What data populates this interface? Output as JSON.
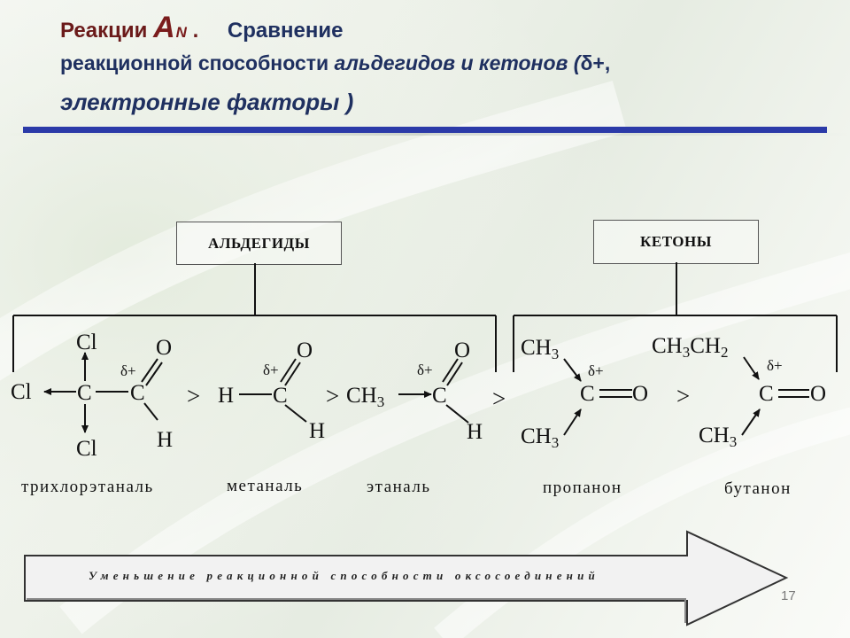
{
  "title": {
    "prefix": "Реакции",
    "an_letter": "A",
    "an_sub": "N",
    "dot": ".",
    "line1_rest": "Сравнение",
    "line2_plain": "реакционной способности ",
    "line2_italic": "альдегидов и кетонов (",
    "line2_end": "δ+,",
    "line3": "электронные факторы )"
  },
  "groups": {
    "aldehydes": "АЛЬДЕГИДЫ",
    "ketones": "КЕТОНЫ"
  },
  "compounds": {
    "trichloroethanal": {
      "cl_top": "Cl",
      "cl_left": "Cl",
      "cl_bottom": "Cl",
      "c1": "C",
      "c2": "C",
      "o": "O",
      "h": "H",
      "delta": "δ+",
      "name": "трихлорэтаналь"
    },
    "methanal": {
      "h_left": "H",
      "c": "C",
      "o": "O",
      "h": "H",
      "delta": "δ+",
      "name": "метаналь"
    },
    "ethanal": {
      "ch": "CH",
      "sub3": "3",
      "c": "C",
      "o": "O",
      "h": "H",
      "delta": "δ+",
      "name": "этаналь"
    },
    "propanone": {
      "ch_top": "CH",
      "sub_top": "3",
      "ch_bottom": "CH",
      "sub_bottom": "3",
      "c": "C",
      "o": "O",
      "delta": "δ+",
      "name": "пропанон"
    },
    "butanone": {
      "ch_a": "CH",
      "sub_a": "3",
      "ch_b": "CH",
      "sub_b": "2",
      "ch_bottom": "CH",
      "sub_bottom": "3",
      "c": "C",
      "o": "O",
      "delta": "δ+",
      "name": "бутанон"
    }
  },
  "comparators": [
    ">",
    ">",
    ">",
    ">"
  ],
  "arrow_label": "Уменьшение реакционной способности оксосоединений",
  "page_number": "17",
  "colors": {
    "title_dark_red": "#6b1a1a",
    "title_navy": "#1f3060",
    "rule_blue": "#2b3aa8"
  }
}
